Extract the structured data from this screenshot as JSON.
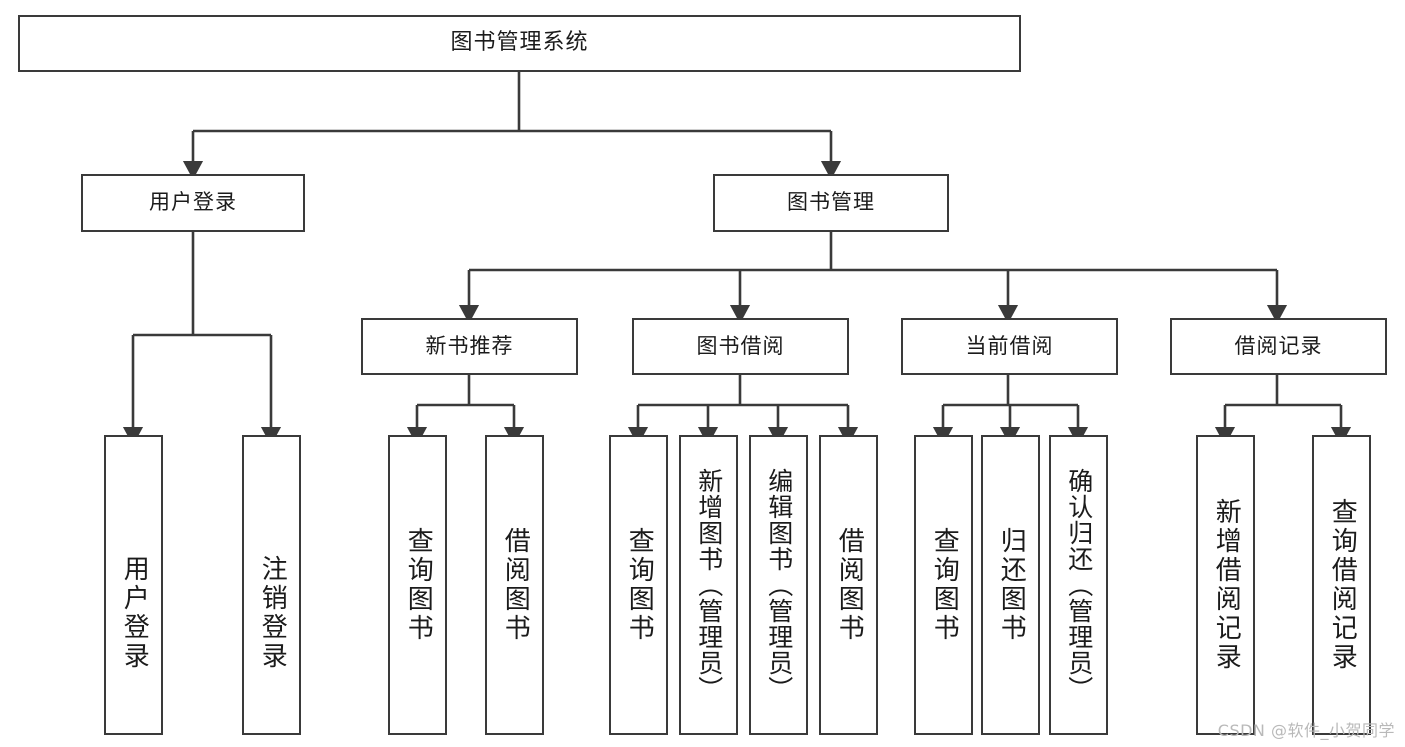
{
  "diagram": {
    "title": "图书管理系统",
    "type": "tree-hierarchy-chart",
    "watermark": "CSDN @软件_小贺同学",
    "colors": {
      "background": "#ffffff",
      "box_border": "#3a3a3a",
      "box_fill": "#ffffff",
      "text": "#1b1b1b",
      "edge": "#3a3a3a",
      "watermark": "#b9b9b9"
    },
    "nodes": {
      "root": {
        "label": "图书管理系统"
      },
      "level1": [
        {
          "id": "user-login",
          "label": "用户登录"
        },
        {
          "id": "book-manage",
          "label": "图书管理"
        }
      ],
      "level2": [
        {
          "id": "new-book-recommend",
          "label": "新书推荐"
        },
        {
          "id": "book-borrow",
          "label": "图书借阅"
        },
        {
          "id": "current-borrow",
          "label": "当前借阅"
        },
        {
          "id": "borrow-record",
          "label": "借阅记录"
        }
      ],
      "leaves": [
        {
          "id": "leaf-user-login",
          "label": "用户登录",
          "parent": "user-login"
        },
        {
          "id": "leaf-logout-login",
          "label": "注销登录",
          "parent": "user-login"
        },
        {
          "id": "leaf-query-book-1",
          "label": "查询图书",
          "parent": "new-book-recommend"
        },
        {
          "id": "leaf-borrow-book-1",
          "label": "借阅图书",
          "parent": "new-book-recommend"
        },
        {
          "id": "leaf-query-book-2",
          "label": "查询图书",
          "parent": "book-borrow"
        },
        {
          "id": "leaf-add-book",
          "label": "新增图书（管理员）",
          "parent": "book-borrow"
        },
        {
          "id": "leaf-edit-book",
          "label": "编辑图书（管理员）",
          "parent": "book-borrow"
        },
        {
          "id": "leaf-borrow-book-2",
          "label": "借阅图书",
          "parent": "book-borrow"
        },
        {
          "id": "leaf-query-book-3",
          "label": "查询图书",
          "parent": "current-borrow"
        },
        {
          "id": "leaf-return-book",
          "label": "归还图书",
          "parent": "current-borrow"
        },
        {
          "id": "leaf-confirm-return",
          "label": "确认归还（管理员）",
          "parent": "current-borrow"
        },
        {
          "id": "leaf-add-record",
          "label": "新增借阅记录",
          "parent": "borrow-record"
        },
        {
          "id": "leaf-query-record",
          "label": "查询借阅记录",
          "parent": "borrow-record"
        }
      ]
    }
  }
}
